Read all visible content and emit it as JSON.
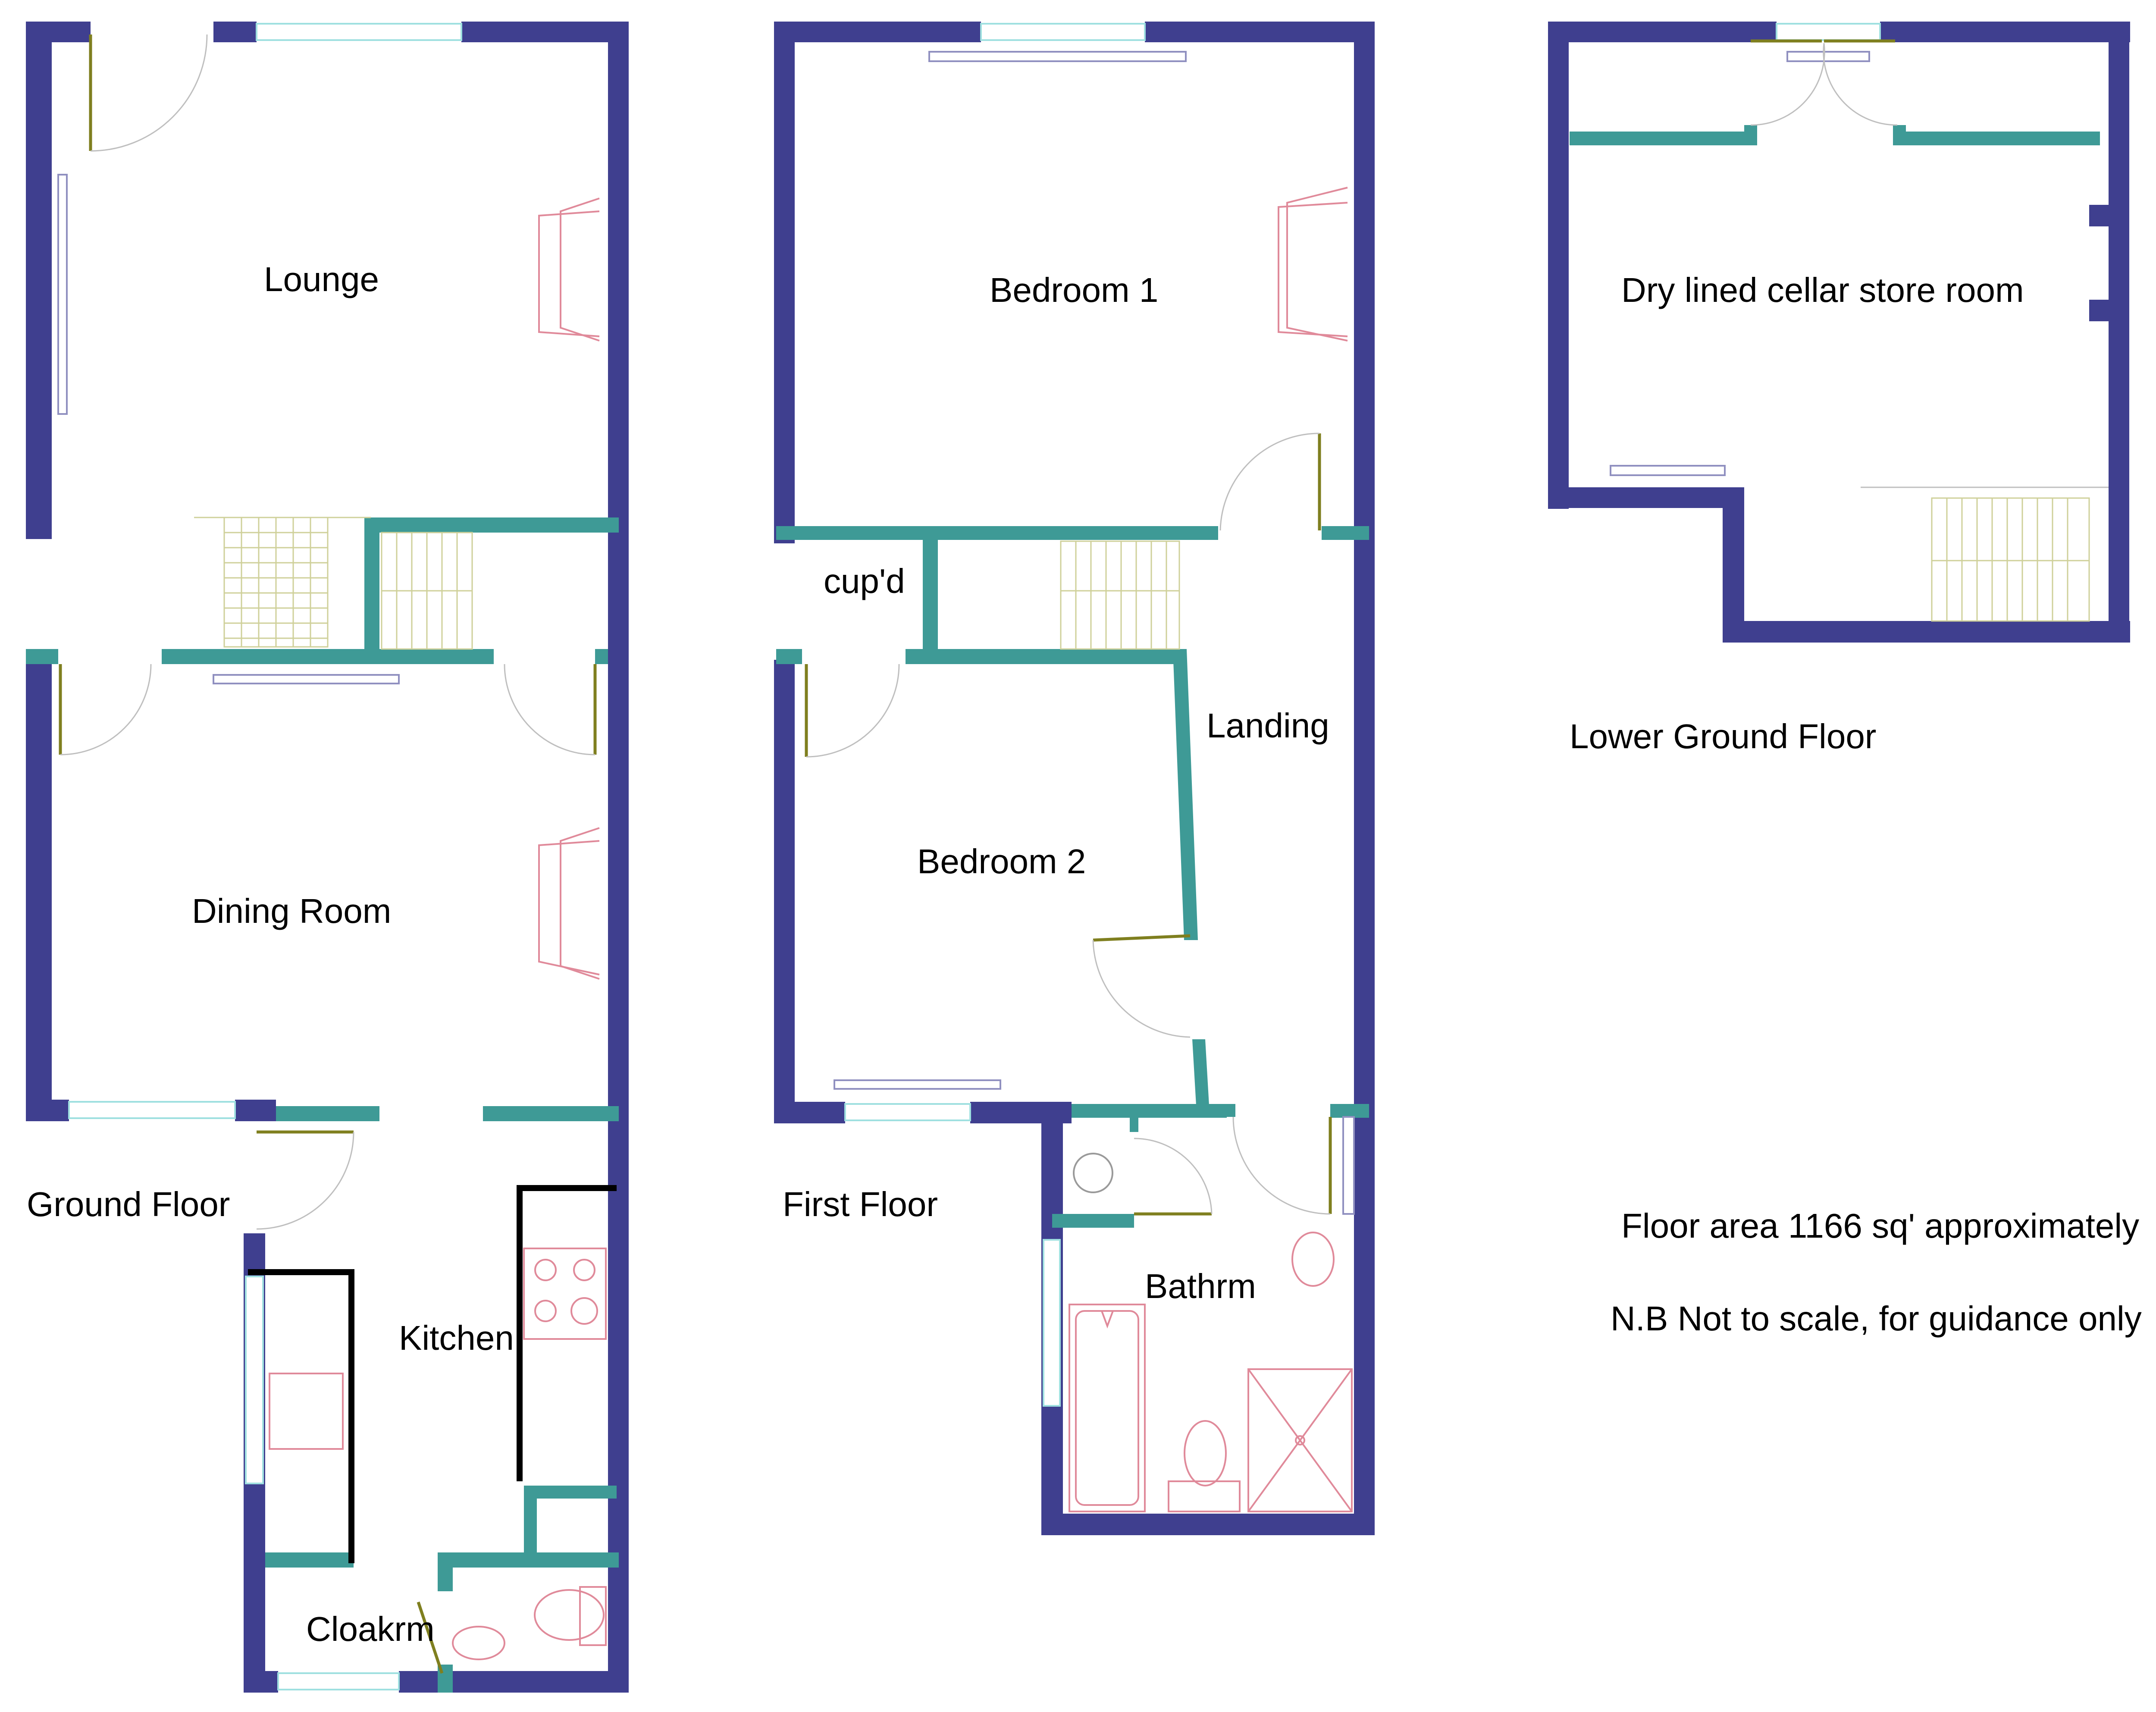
{
  "colors": {
    "external_wall": "#3f3f8f",
    "internal_wall": "#3e9a96",
    "door": "#7f7f1f",
    "door_swing": "#bfbfbf",
    "window": "#9fe0e0",
    "fixture": "#e08a9a",
    "stairs": "#cfd09a",
    "worktop": "#000000",
    "radiator": "#9090c0"
  },
  "floors": {
    "ground": "Ground Floor",
    "first": "First Floor",
    "lower": "Lower Ground Floor"
  },
  "rooms": {
    "lounge": "Lounge",
    "dining": "Dining Room",
    "kitchen": "Kitchen",
    "cloakroom": "Cloakrm",
    "bedroom1": "Bedroom 1",
    "bedroom2": "Bedroom 2",
    "cupboard": "cup'd",
    "landing": "Landing",
    "bathroom": "Bathrm",
    "cellar": "Dry lined cellar store room"
  },
  "notes": {
    "area": "Floor area 1166 sq' approximately",
    "disclaimer": "N.B Not to scale, for guidance only"
  }
}
